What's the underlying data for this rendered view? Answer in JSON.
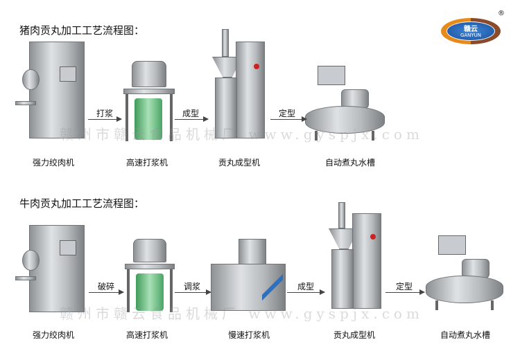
{
  "logo": {
    "text_cn": "赣云",
    "text_en": "GANYUN",
    "registered": "®",
    "colors": {
      "left": "#e88a1a",
      "right": "#8a4b2a",
      "oval": "#1f5fb0"
    }
  },
  "watermark": {
    "company": "赣州市赣云食品机械厂",
    "url": "www.gyspjx.com"
  },
  "pork": {
    "title": "猪肉贡丸加工工艺流程图：",
    "machines": [
      "强力绞肉机",
      "高速打浆机",
      "贡丸成型机",
      "自动煮丸水槽"
    ],
    "steps": [
      "打浆",
      "成型",
      "定型"
    ]
  },
  "beef": {
    "title": "牛肉贡丸加工工艺流程图：",
    "machines": [
      "强力绞肉机",
      "高速打浆机",
      "慢速打浆机",
      "贡丸成型机",
      "自动煮丸水槽"
    ],
    "steps": [
      "破碎",
      "调浆",
      "成型",
      "定型"
    ]
  }
}
